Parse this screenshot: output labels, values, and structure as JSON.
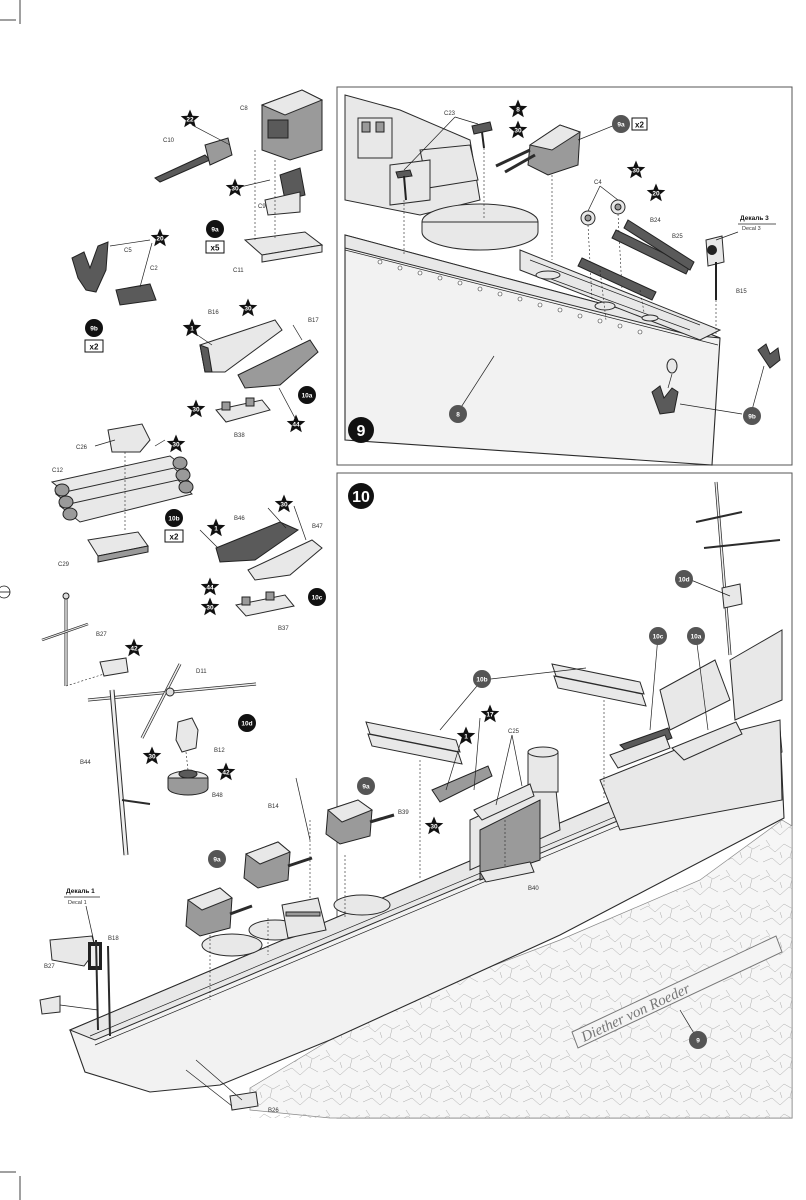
{
  "steps": {
    "step9": {
      "number": "9"
    },
    "step10": {
      "number": "10"
    }
  },
  "decals": {
    "step9": {
      "ru": "Декаль 3",
      "en": "Decal 3"
    },
    "step10": {
      "ru": "Декаль 1",
      "en": "Decal 1"
    }
  },
  "ship_name": "Diether von Roeder",
  "subassemblies": {
    "a9a": {
      "callout": "9a",
      "qty": "x5"
    },
    "a9b": {
      "callout": "9b",
      "qty": "x2"
    },
    "a10a": {
      "callout": "10a"
    },
    "a10b": {
      "callout": "10b",
      "qty": "x2"
    },
    "a10c": {
      "callout": "10c"
    },
    "a10d": {
      "callout": "10d"
    }
  },
  "paint_refs": {
    "p22": "22",
    "p30a": "30",
    "p30b": "30",
    "p20": "20",
    "p30c": "30",
    "p1a": "1",
    "p30d": "30",
    "p44a": "44",
    "p30e": "30",
    "p30f": "30",
    "p1b": "1",
    "p44b": "44",
    "p30g": "30",
    "p42a": "42",
    "p30h": "30",
    "p42b": "42",
    "s9_8": "8",
    "s9_30a": "30",
    "s9_30b": "30",
    "s9_20": "20",
    "s10_17": "17",
    "s10_1": "1",
    "s10_30": "30"
  },
  "callouts": {
    "c9a_step9": "9a",
    "c9b_step9": "9b",
    "c8_step9": "8",
    "c10d": "10d",
    "c10c": "10c",
    "c10a": "10a",
    "c10b": "10b",
    "c9a_1": "9a",
    "c9a_2": "9a",
    "c9a_3": "9a",
    "c9_step10": "9",
    "qty9a_step9": "x2"
  },
  "part_labels": {
    "C8": "C8",
    "C10": "C10",
    "C9": "C9",
    "C11": "C11",
    "C5": "C5",
    "C2": "C2",
    "B16": "B16",
    "B17": "B17",
    "B38": "B38",
    "C26": "C26",
    "C12": "C12",
    "C29": "C29",
    "B46": "B46",
    "B47": "B47",
    "B37": "B37",
    "B27a": "B27",
    "D11": "D11",
    "B12": "B12",
    "B44": "B44",
    "B48": "B48",
    "B14": "B14",
    "B18": "B18",
    "B27b": "B27",
    "B26": "B26",
    "C23": "C23",
    "C4": "C4",
    "B24": "B24",
    "B25": "B25",
    "B15": "B15",
    "C25": "C25",
    "B39": "B39",
    "B40": "B40"
  }
}
